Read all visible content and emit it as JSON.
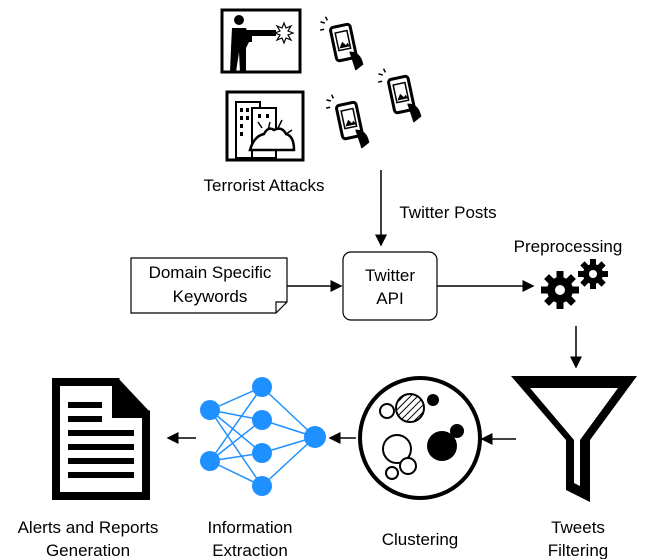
{
  "labels": {
    "terrorist_attacks": "Terrorist Attacks",
    "twitter_posts": "Twitter Posts",
    "preprocessing": "Preprocessing",
    "keywords_line1": "Domain Specific",
    "keywords_line2": "Keywords",
    "twitter_api_line1": "Twitter",
    "twitter_api_line2": "API",
    "alerts_line1": "Alerts and Reports",
    "alerts_line2": "Generation",
    "information_line1": "Information",
    "information_line2": "Extraction",
    "clustering": "Clustering",
    "tweets_line1": "Tweets",
    "tweets_line2": "Filtering"
  },
  "colors": {
    "line": "#000000",
    "network_node": "#1e90ff",
    "network_edge": "#1e90ff",
    "background": "#ffffff"
  },
  "icons": [
    "shooter-icon",
    "phone-camera-icon",
    "explosion-building-icon",
    "gears-icon",
    "funnel-icon",
    "cluster-circle-icon",
    "neural-network-icon",
    "document-icon"
  ]
}
